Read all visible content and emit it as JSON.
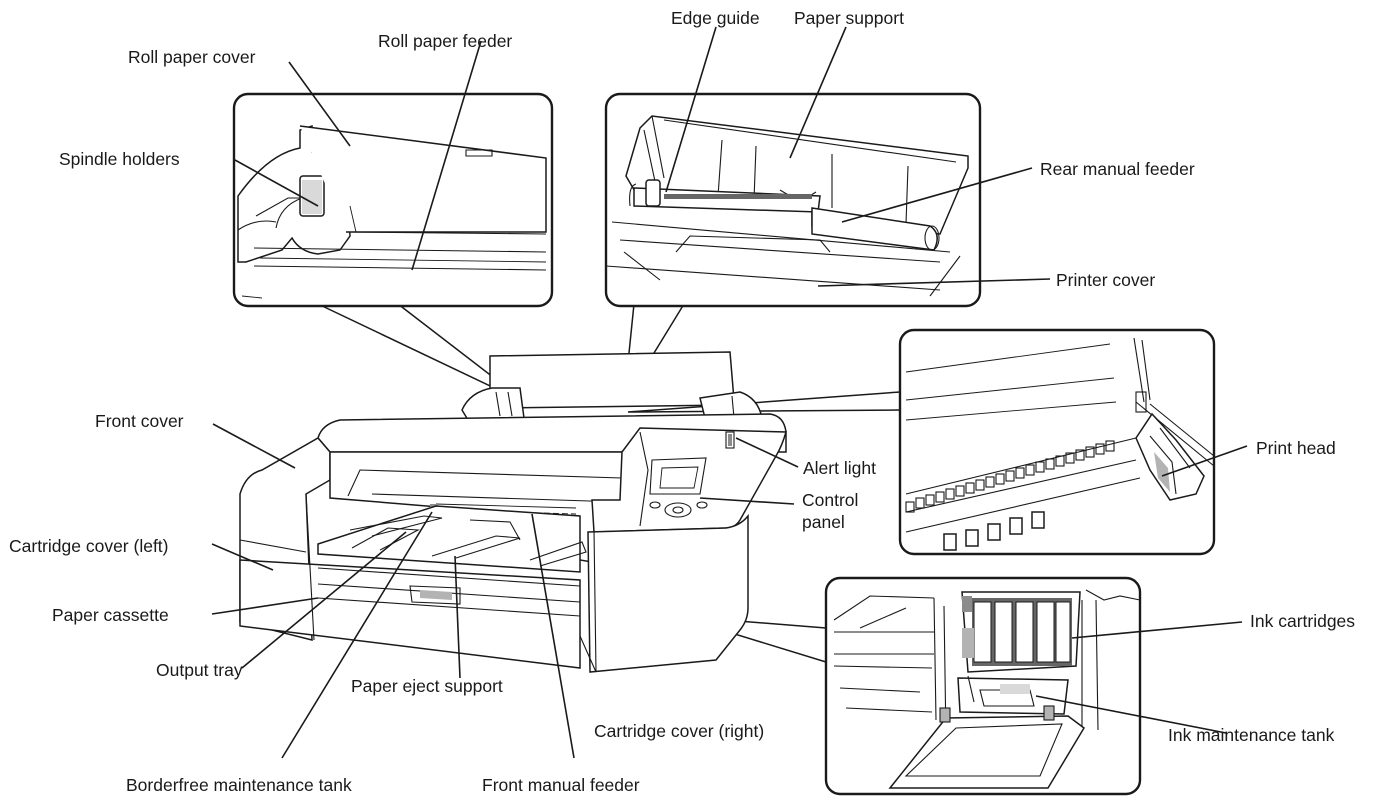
{
  "labels": {
    "edge_guide": "Edge guide",
    "paper_support": "Paper support",
    "roll_paper_feeder": "Roll paper feeder",
    "roll_paper_cover": "Roll paper cover",
    "spindle_holders": "Spindle holders",
    "rear_manual_feeder": "Rear manual feeder",
    "printer_cover": "Printer cover",
    "front_cover": "Front cover",
    "alert_light": "Alert light",
    "print_head": "Print head",
    "control_panel_line1": "Control",
    "control_panel_line2": "panel",
    "cartridge_cover_left": "Cartridge cover (left)",
    "paper_cassette": "Paper cassette",
    "ink_cartridges": "Ink cartridges",
    "output_tray": "Output tray",
    "paper_eject_support": "Paper eject support",
    "cartridge_cover_right": "Cartridge cover (right)",
    "ink_maintenance_tank": "Ink maintenance tank",
    "borderfree_maintenance_tank": "Borderfree maintenance tank",
    "front_manual_feeder": "Front manual feeder"
  }
}
